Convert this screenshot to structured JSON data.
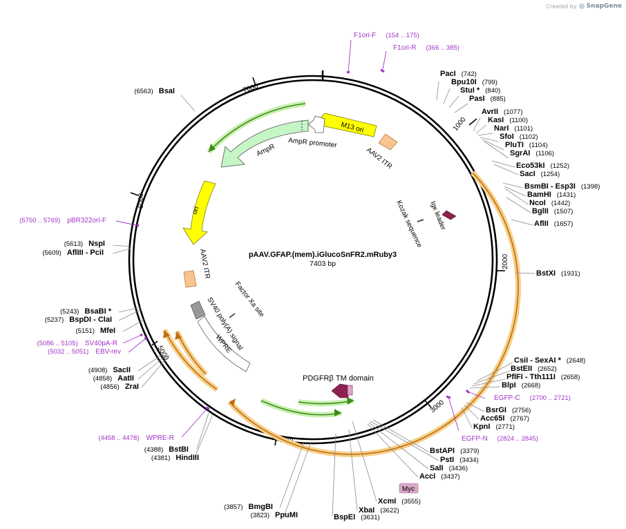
{
  "credit": {
    "prefix": "Created by",
    "brand": "SnapGene"
  },
  "plasmid": {
    "name": "pAAV.GFAP.(mem).iGlucoSnFR2.mRuby3",
    "size_label": "7403 bp",
    "length": 7403
  },
  "ticks": [
    "1000",
    "2000",
    "3000",
    "4000",
    "5000",
    "6000",
    "7000"
  ],
  "enzymes": [
    {
      "name": "PacI",
      "pos": "(742)"
    },
    {
      "name": "Bpu10I",
      "pos": "(799)"
    },
    {
      "name": "StuI *",
      "pos": "(840)"
    },
    {
      "name": "PasI",
      "pos": "(885)"
    },
    {
      "name": "AvrII",
      "pos": "(1077)"
    },
    {
      "name": "KasI",
      "pos": "(1100)"
    },
    {
      "name": "NarI",
      "pos": "(1101)"
    },
    {
      "name": "SfoI",
      "pos": "(1102)"
    },
    {
      "name": "PluTI",
      "pos": "(1104)"
    },
    {
      "name": "SgrAI",
      "pos": "(1106)"
    },
    {
      "name": "Eco53kI",
      "pos": "(1252)"
    },
    {
      "name": "SacI",
      "pos": "(1254)"
    },
    {
      "name": "BsmBI - Esp3I",
      "pos": "(1398)"
    },
    {
      "name": "BamHI",
      "pos": "(1431)"
    },
    {
      "name": "NcoI",
      "pos": "(1442)"
    },
    {
      "name": "BglII",
      "pos": "(1507)"
    },
    {
      "name": "AflII",
      "pos": "(1657)"
    },
    {
      "name": "BstXI",
      "pos": "(1931)"
    },
    {
      "name": "CsiI - SexAI *",
      "pos": "(2648)"
    },
    {
      "name": "BstEII",
      "pos": "(2652)"
    },
    {
      "name": "PflFI - Tth111I",
      "pos": "(2658)"
    },
    {
      "name": "BlpI",
      "pos": "(2668)"
    },
    {
      "name": "BsrGI",
      "pos": "(2756)"
    },
    {
      "name": "Acc65I",
      "pos": "(2767)"
    },
    {
      "name": "KpnI",
      "pos": "(2771)"
    },
    {
      "name": "BstAPI",
      "pos": "(3379)"
    },
    {
      "name": "PstI",
      "pos": "(3434)"
    },
    {
      "name": "SalI",
      "pos": "(3436)"
    },
    {
      "name": "AccI",
      "pos": "(3437)"
    },
    {
      "name": "XcmI",
      "pos": "(3555)"
    },
    {
      "name": "XbaI",
      "pos": "(3622)"
    },
    {
      "name": "BspEI",
      "pos": "(3631)"
    },
    {
      "name": "BmgBI",
      "pos": "(3857)"
    },
    {
      "name": "PpuMI",
      "pos": "(3823)"
    },
    {
      "name": "BstBI",
      "pos": "(4388)"
    },
    {
      "name": "HindIII",
      "pos": "(4381)"
    },
    {
      "name": "SacII",
      "pos": "(4908)"
    },
    {
      "name": "AatII",
      "pos": "(4858)"
    },
    {
      "name": "ZraI",
      "pos": "(4856)"
    },
    {
      "name": "MfeI",
      "pos": "(5151)"
    },
    {
      "name": "BsaBI *",
      "pos": "(5243)"
    },
    {
      "name": "BspDI - ClaI",
      "pos": "(5237)"
    },
    {
      "name": "NspI",
      "pos": "(5613)"
    },
    {
      "name": "AflIII - PciI",
      "pos": "(5609)"
    },
    {
      "name": "BsaI",
      "pos": "(6563)"
    }
  ],
  "primers": [
    {
      "name": "F1ori-F",
      "range": "(154 .. 175)"
    },
    {
      "name": "F1ori-R",
      "range": "(366 .. 385)"
    },
    {
      "name": "pBR322ori-F",
      "range": "(5750 .. 5769)"
    },
    {
      "name": "SV40pA-R",
      "range": "(5086 .. 5105)"
    },
    {
      "name": "EBV-rev",
      "range": "(5032 .. 5051)"
    },
    {
      "name": "WPRE-R",
      "range": "(4458 .. 4478)"
    },
    {
      "name": "EGFP-C",
      "range": "(2700 .. 2721)"
    },
    {
      "name": "EGFP-N",
      "range": "(2824 .. 2845)"
    }
  ],
  "features": {
    "m13_ori": "M13 ori",
    "aav2_itr_top": "AAV2 ITR",
    "ampr_promoter": "AmpR promoter",
    "ampr": "AmpR",
    "ori": "ori",
    "aav2_itr_left": "AAV2 ITR",
    "kozak": "Kozak sequence",
    "igk": "Igκ leader",
    "factor_xa": "Factor Xa site",
    "sv40": "SV40 poly(A) signal",
    "wpre": "WPRE",
    "pdgfr": "PDGFRβ TM domain",
    "myc": "Myc"
  },
  "colors": {
    "backbone": "#000000",
    "primer": "#a033c8",
    "cds_orange": "#d98c1f",
    "cds_glow": "#f7d08a",
    "green": "#5aa02c",
    "green_glow": "#c9f0b0",
    "ampr_fill": "#c6f5c6",
    "ori_fill": "#ffff00",
    "itr_fill": "#f9c48f",
    "pdgfr_fill": "#8b2252",
    "myc_fill": "#d9a9c9",
    "polya_fill": "#999999"
  }
}
